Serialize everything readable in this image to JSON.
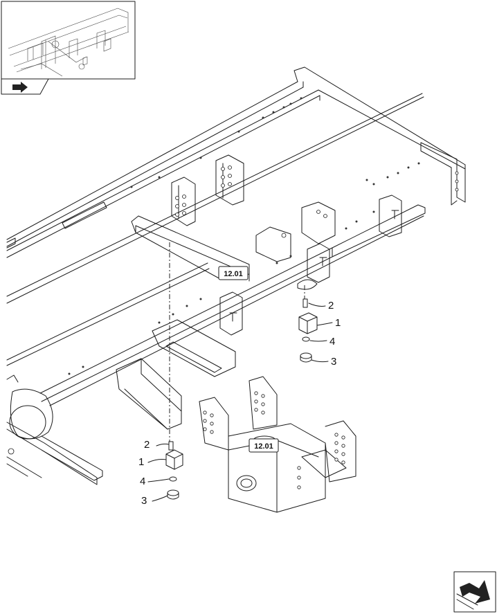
{
  "references": [
    {
      "id": "ref-upper",
      "label": "12.01"
    },
    {
      "id": "ref-lower",
      "label": "12.01"
    }
  ],
  "callouts_right": [
    {
      "id": "r-2",
      "label": "2"
    },
    {
      "id": "r-1",
      "label": "1"
    },
    {
      "id": "r-4",
      "label": "4"
    },
    {
      "id": "r-3",
      "label": "3"
    }
  ],
  "callouts_left": [
    {
      "id": "l-2",
      "label": "2"
    },
    {
      "id": "l-1",
      "label": "1"
    },
    {
      "id": "l-4",
      "label": "4"
    },
    {
      "id": "l-3",
      "label": "3"
    }
  ],
  "icons": {
    "thumbnail_nav": "previous-page-arrow-icon",
    "next_page": "next-page-arrow-icon"
  }
}
